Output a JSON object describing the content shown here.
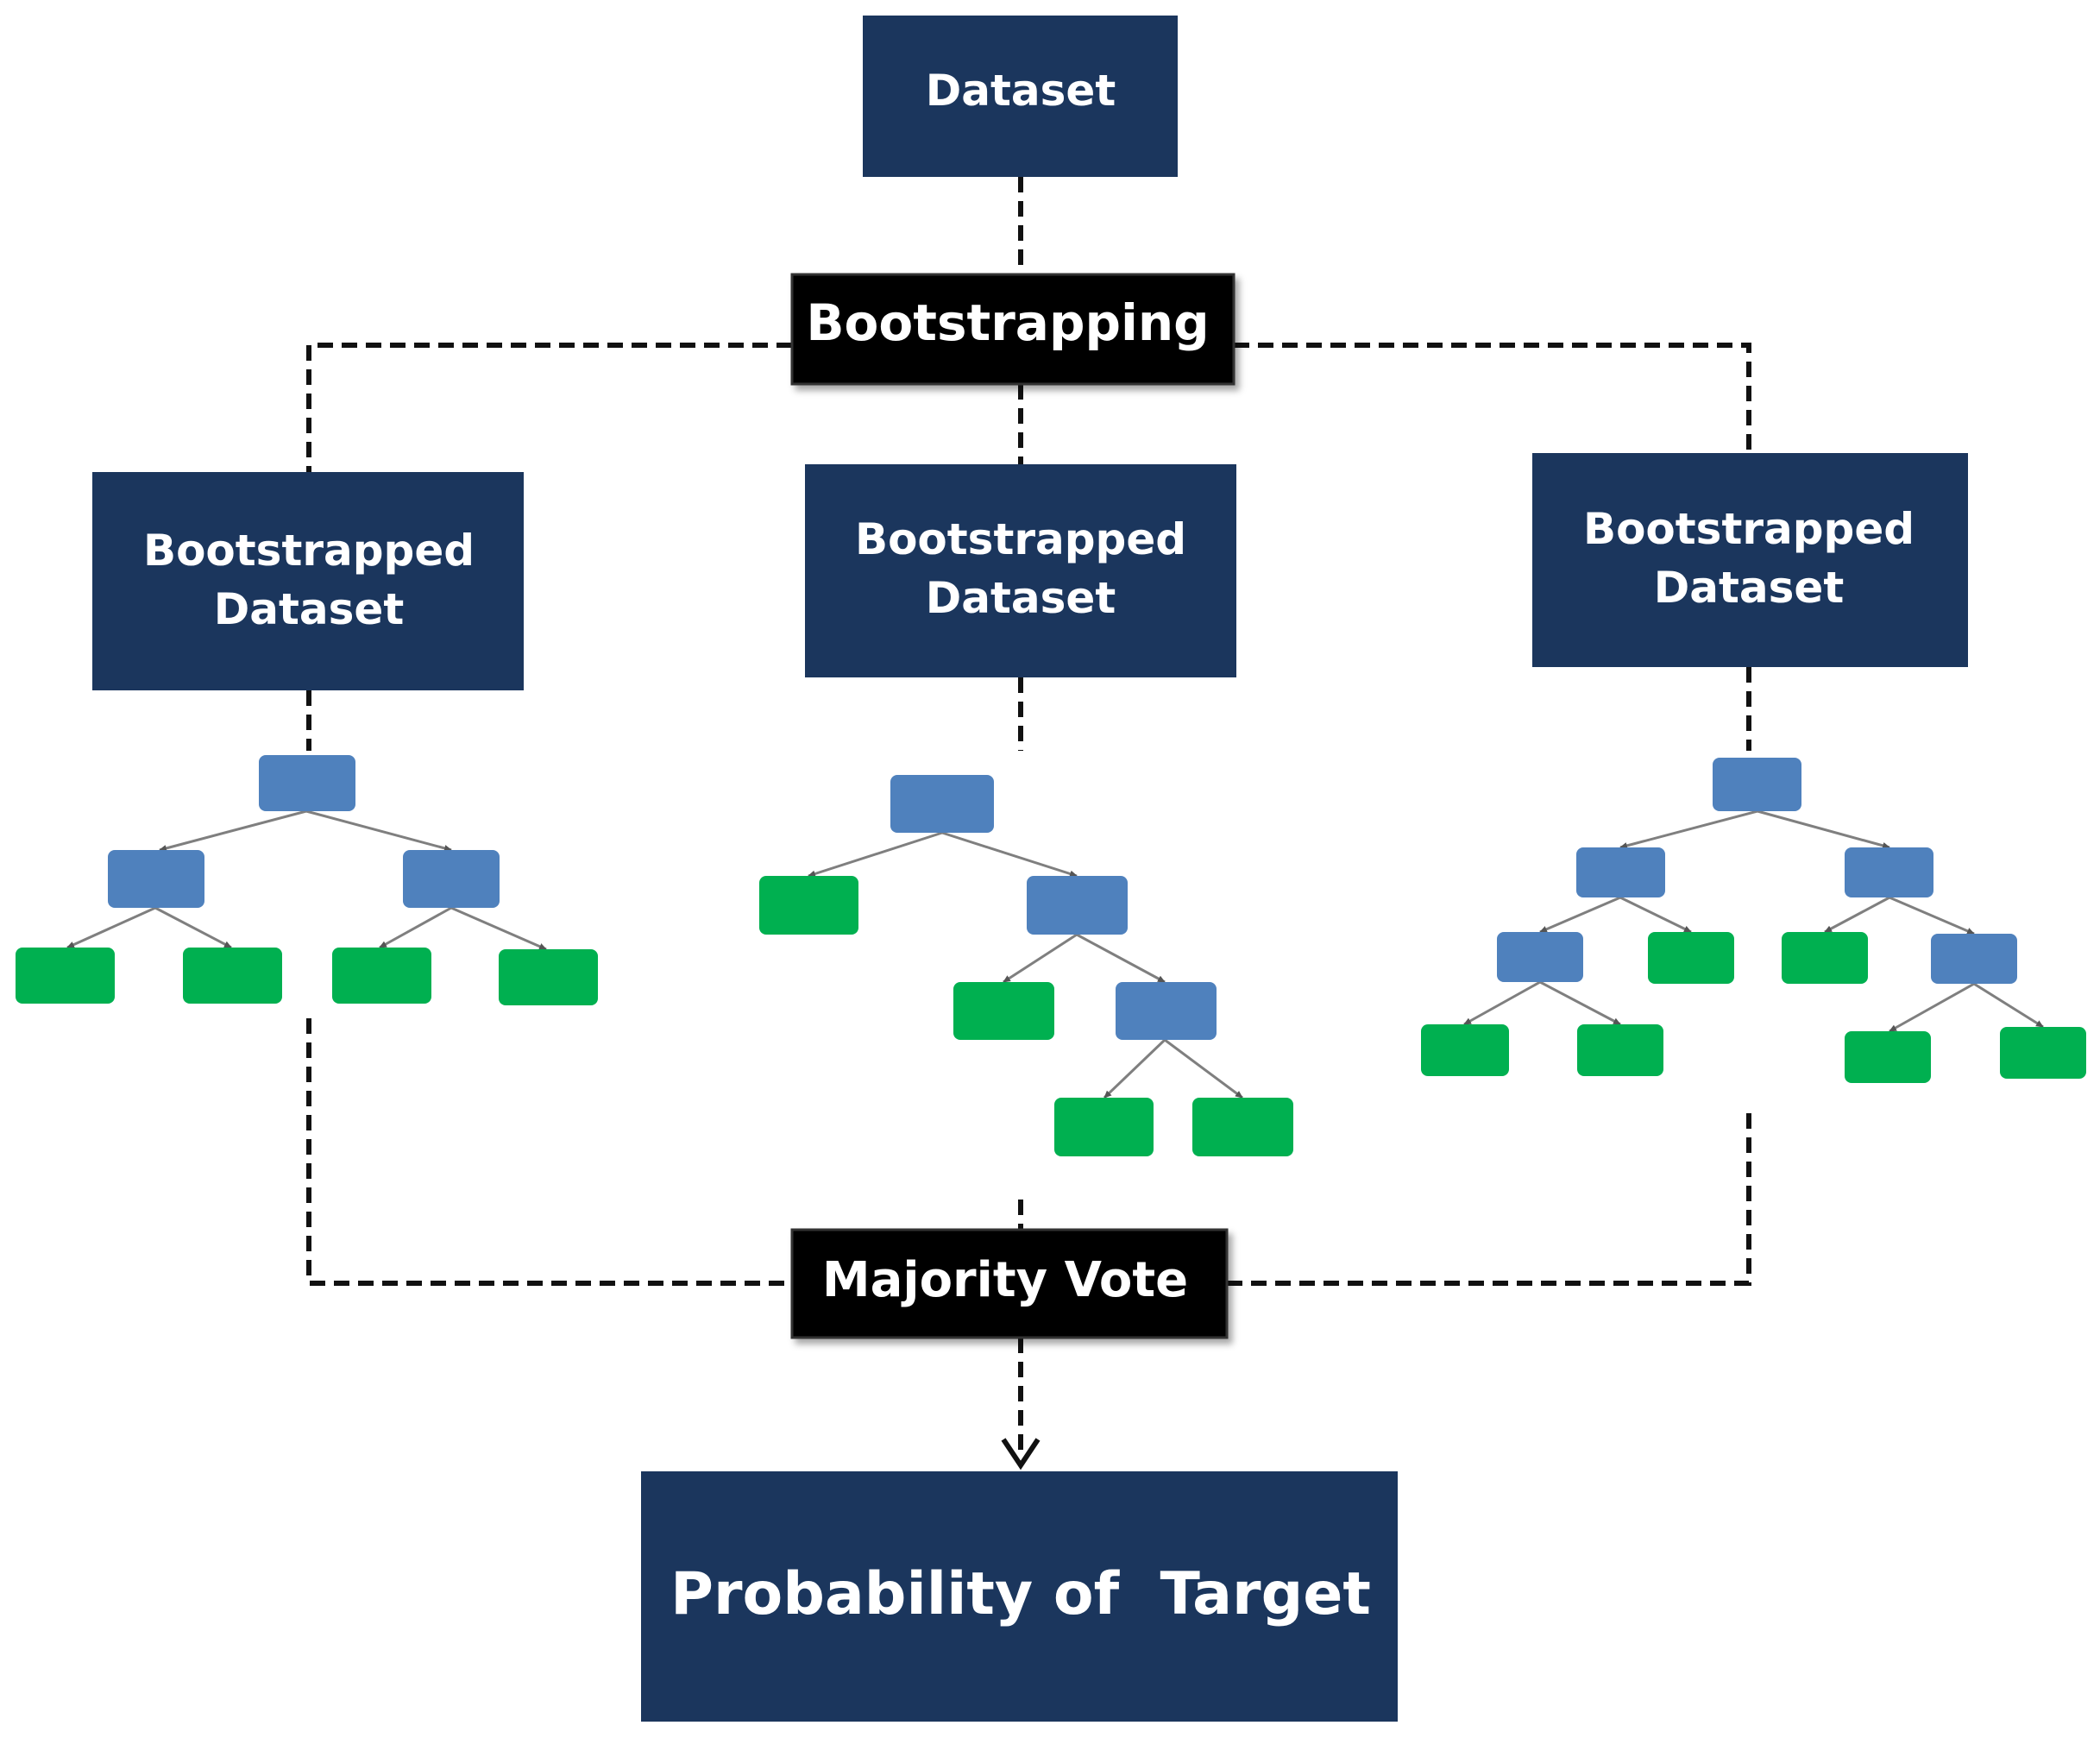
{
  "colors": {
    "navy": "#1b365d",
    "black": "#000000",
    "decision_node": "#4f81bd",
    "leaf_node": "#00b050",
    "edge": "#7f7f7f"
  },
  "dataset_label": "Dataset",
  "bootstrapping_label": "Bootstrapping",
  "bootstrapped_datasets": [
    {
      "line1": "Bootstrapped",
      "line2": "Dataset"
    },
    {
      "line1": "Bootstrapped",
      "line2": "Dataset"
    },
    {
      "line1": "Bootstrapped",
      "line2": "Dataset"
    }
  ],
  "majority_vote_label": "Majority Vote",
  "result_label": "Probability of  Target"
}
